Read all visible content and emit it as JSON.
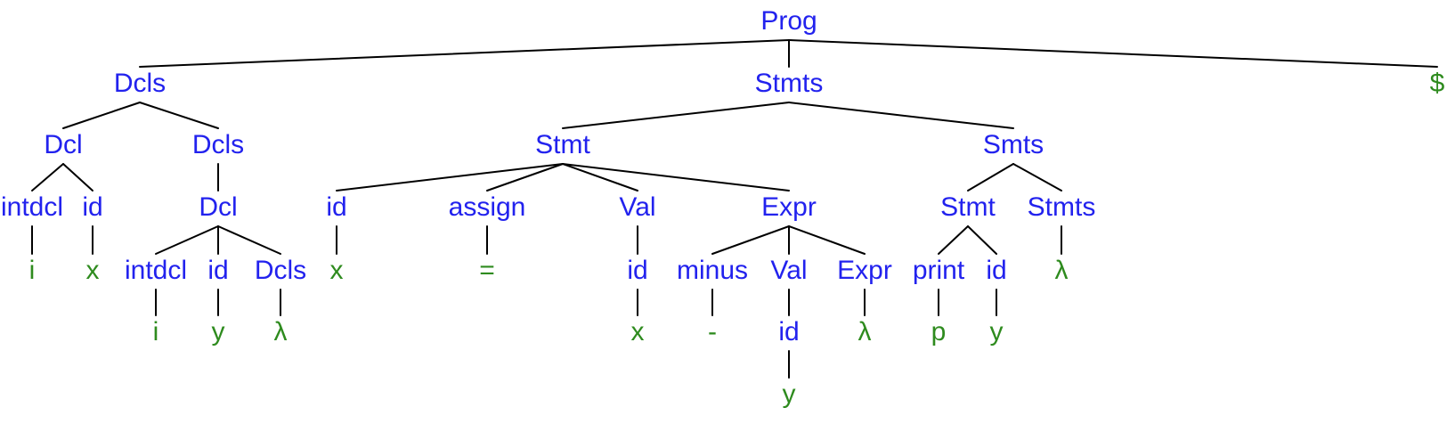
{
  "colors": {
    "nonterminal": "#2222ee",
    "terminal": "#2e8b1e",
    "edge": "#000000"
  },
  "tree": {
    "label": "Prog",
    "kind": "nonterminal",
    "children": [
      {
        "label": "Dcls",
        "kind": "nonterminal",
        "children": [
          {
            "label": "Dcl",
            "kind": "nonterminal",
            "children": [
              {
                "label": "intdcl",
                "kind": "nonterminal",
                "children": [
                  {
                    "label": "i",
                    "kind": "terminal"
                  }
                ]
              },
              {
                "label": "id",
                "kind": "nonterminal",
                "children": [
                  {
                    "label": "x",
                    "kind": "terminal"
                  }
                ]
              }
            ]
          },
          {
            "label": "Dcls",
            "kind": "nonterminal",
            "children": [
              {
                "label": "Dcl",
                "kind": "nonterminal",
                "children": [
                  {
                    "label": "intdcl",
                    "kind": "nonterminal",
                    "children": [
                      {
                        "label": "i",
                        "kind": "terminal"
                      }
                    ]
                  },
                  {
                    "label": "id",
                    "kind": "nonterminal",
                    "children": [
                      {
                        "label": "y",
                        "kind": "terminal"
                      }
                    ]
                  },
                  {
                    "label": "Dcls",
                    "kind": "nonterminal",
                    "children": [
                      {
                        "label": "λ",
                        "kind": "terminal"
                      }
                    ]
                  }
                ]
              }
            ]
          }
        ]
      },
      {
        "label": "Stmts",
        "kind": "nonterminal",
        "children": [
          {
            "label": "Stmt",
            "kind": "nonterminal",
            "children": [
              {
                "label": "id",
                "kind": "nonterminal",
                "children": [
                  {
                    "label": "x",
                    "kind": "terminal"
                  }
                ]
              },
              {
                "label": "assign",
                "kind": "nonterminal",
                "children": [
                  {
                    "label": "=",
                    "kind": "terminal"
                  }
                ]
              },
              {
                "label": "Val",
                "kind": "nonterminal",
                "children": [
                  {
                    "label": "id",
                    "kind": "nonterminal",
                    "children": [
                      {
                        "label": "x",
                        "kind": "terminal"
                      }
                    ]
                  }
                ]
              },
              {
                "label": "Expr",
                "kind": "nonterminal",
                "children": [
                  {
                    "label": "minus",
                    "kind": "nonterminal",
                    "children": [
                      {
                        "label": "-",
                        "kind": "terminal"
                      }
                    ]
                  },
                  {
                    "label": "Val",
                    "kind": "nonterminal",
                    "children": [
                      {
                        "label": "id",
                        "kind": "nonterminal",
                        "children": [
                          {
                            "label": "y",
                            "kind": "terminal"
                          }
                        ]
                      }
                    ]
                  },
                  {
                    "label": "Expr",
                    "kind": "nonterminal",
                    "children": [
                      {
                        "label": "λ",
                        "kind": "terminal"
                      }
                    ]
                  }
                ]
              }
            ]
          },
          {
            "label": "Smts",
            "kind": "nonterminal",
            "children": [
              {
                "label": "Stmt",
                "kind": "nonterminal",
                "children": [
                  {
                    "label": "print",
                    "kind": "nonterminal",
                    "children": [
                      {
                        "label": "p",
                        "kind": "terminal"
                      }
                    ]
                  },
                  {
                    "label": "id",
                    "kind": "nonterminal",
                    "children": [
                      {
                        "label": "y",
                        "kind": "terminal"
                      }
                    ]
                  }
                ]
              },
              {
                "label": "Stmts",
                "kind": "nonterminal",
                "children": [
                  {
                    "label": "λ",
                    "kind": "terminal"
                  }
                ]
              }
            ]
          }
        ]
      },
      {
        "label": "$",
        "kind": "terminal"
      }
    ]
  }
}
